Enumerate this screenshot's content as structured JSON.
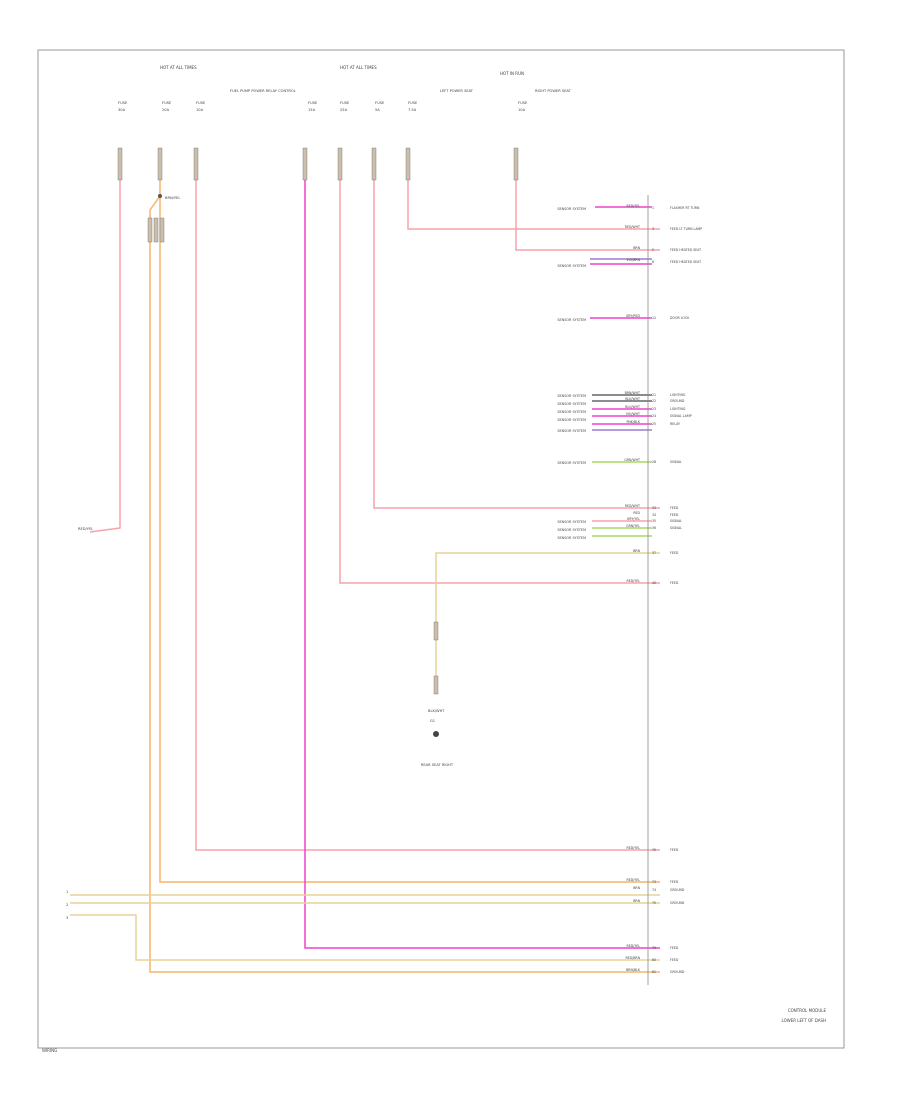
{
  "diagram": {
    "fuse_blocks": [
      {
        "label": "HOT AT ALL TIMES"
      },
      {
        "label": "HOT AT ALL TIMES"
      },
      {
        "label": "HOT IN RUN"
      }
    ],
    "fuses": [
      {
        "name": "FUSE",
        "amps": "30A"
      },
      {
        "name": "FUSE",
        "amps": "20A"
      },
      {
        "name": "FUSE",
        "amps": "10A"
      },
      {
        "name": "FUSE",
        "amps": "15A"
      },
      {
        "name": "FUSE",
        "amps": "25A"
      },
      {
        "name": "FUSE",
        "amps": "5A"
      },
      {
        "name": "FUSE",
        "amps": "7.5A"
      },
      {
        "name": "FUSE",
        "amps": "10A"
      }
    ],
    "fuse_descriptions": [
      "FUEL PUMP POWER RELAY CONTROL",
      "LEFT POWER SEAT",
      "RIGHT POWER SEAT"
    ],
    "wire_codes": {
      "left_red": "RED/YEL",
      "fuse_pin": "BRN/YEL"
    },
    "connectors": [
      {
        "label": "RED/YEL",
        "pin": "1",
        "desc": "FLASHER RT TURN"
      },
      {
        "label": "RED/WHT",
        "pin": "3",
        "desc": "FEED LT TURN LAMP"
      },
      {
        "label": "BRN",
        "pin": "5",
        "desc": "FEED HEATED SEAT"
      },
      {
        "label": "VIO/BRN",
        "pin": "6",
        "desc": "FEED HEATED SEAT"
      },
      {
        "label": "GRY/RED",
        "pin": "12",
        "desc": "DOOR LOCK"
      },
      {
        "label": "BRN/WHT",
        "pin": "21",
        "desc": "LIGHTING"
      },
      {
        "label": "BLK/WHT",
        "pin": "22",
        "desc": "GROUND"
      },
      {
        "label": "BLU/WHT",
        "pin": "23",
        "desc": "LIGHTING"
      },
      {
        "label": "VIO/WHT",
        "pin": "24",
        "desc": "SIGNAL LAMP"
      },
      {
        "label": "PNK/BLK",
        "pin": "25",
        "desc": "RELAY"
      },
      {
        "label": "GRN/WHT",
        "pin": "28",
        "desc": "SIGNAL"
      },
      {
        "label": "RED/WHT",
        "pin": "33",
        "desc": "FEED"
      },
      {
        "label": "RED",
        "pin": "34",
        "desc": "FEED"
      },
      {
        "label": "GRY/YEL",
        "pin": "35",
        "desc": "SIGNAL"
      },
      {
        "label": "GRN/YEL",
        "pin": "36",
        "desc": "SIGNAL"
      },
      {
        "label": "BRN",
        "pin": "37",
        "desc": "FEED"
      },
      {
        "label": "RED/YEL",
        "pin": "40",
        "desc": "FEED"
      },
      {
        "label": "RED/YEL",
        "pin": "70",
        "desc": "FEED"
      },
      {
        "label": "RED/YEL",
        "pin": "73",
        "desc": "FEED"
      },
      {
        "label": "BRN",
        "pin": "74",
        "desc": "GROUND"
      },
      {
        "label": "BRN",
        "pin": "75",
        "desc": "GROUND"
      },
      {
        "label": "RED/YEL",
        "pin": "79",
        "desc": "FEED"
      },
      {
        "label": "RED/BRN",
        "pin": "80",
        "desc": "FEED"
      },
      {
        "label": "BRN/BLK",
        "pin": "81",
        "desc": "GROUND"
      }
    ],
    "source_labels": [
      "SENSOR SYSTEM",
      "SENSOR SYSTEM",
      "SENSOR SYSTEM",
      "SENSOR SYSTEM",
      "SENSOR SYSTEM",
      "SENSOR SYSTEM",
      "SENSOR SYSTEM",
      "SENSOR SYSTEM",
      "SENSOR SYSTEM",
      "SENSOR SYSTEM",
      "SENSOR SYSTEM",
      "SENSOR SYSTEM"
    ],
    "bottom_pins": [
      "1",
      "2",
      "3"
    ],
    "ground": {
      "code": "BLK/WHT",
      "id": "G1",
      "desc": "REAR SEAT RIGHT"
    },
    "module_label": "CONTROL MODULE",
    "module_location": "LOWER LEFT OF DASH",
    "footer": "WIRING"
  }
}
